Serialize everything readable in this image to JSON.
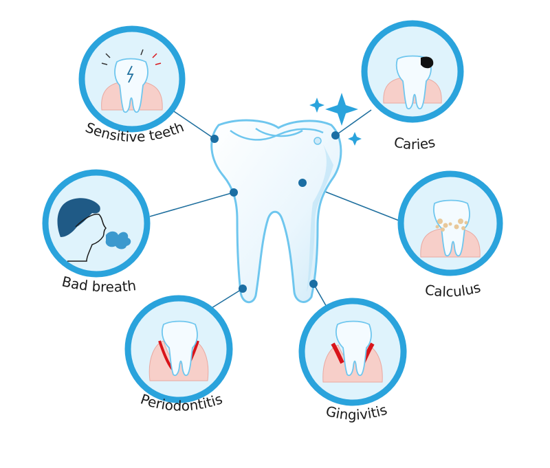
{
  "labels": {
    "sensitive": "Sensitive teeth",
    "caries": "Caries",
    "bad_breath": "Bad breath",
    "calculus": "Calculus",
    "periodontitis": "Periodontitis",
    "gingivitis": "Gingivitis"
  },
  "colors": {
    "ring": "#2aa3dc",
    "ring_inner": "#dff3fc",
    "line": "#1f6f9e",
    "dot": "#1b6ea3",
    "tooth_fill": "#eef8fd",
    "tooth_stroke": "#6ec6ee",
    "gum": "#f7cfc9",
    "gum_stroke": "#e9a8a0",
    "inflamed": "#d8141a",
    "decay": "#111111",
    "tartar": "#e8c89a",
    "face": "#1f5a86",
    "star": "#2aa3dc"
  }
}
